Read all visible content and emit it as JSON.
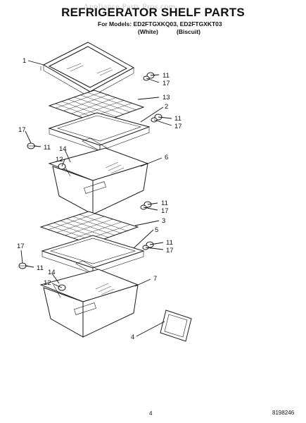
{
  "watermark": "Appliance Parts Pros.com",
  "header": {
    "title": "REFRIGERATOR SHELF PARTS",
    "models_line": "For Models: ED2FTGXKQ03, ED2FTGXKT03",
    "color_white": "(White)",
    "color_biscuit": "(Biscuit)"
  },
  "callouts": {
    "c1": "1",
    "c11a": "11",
    "c17a": "17",
    "c13": "13",
    "c2": "2",
    "c11b": "11",
    "c17b": "17",
    "c17c": "17",
    "c11c": "11",
    "c14a": "14",
    "c12a": "12",
    "c6": "6",
    "c11d": "11",
    "c17d": "17",
    "c3": "3",
    "c5": "5",
    "c11e": "11",
    "c17e": "17",
    "c17f": "17",
    "c11f": "11",
    "c14b": "14",
    "c12b": "12",
    "c7": "7",
    "c4": "4"
  },
  "footer": {
    "page_number": "4",
    "doc_number": "8198246"
  }
}
